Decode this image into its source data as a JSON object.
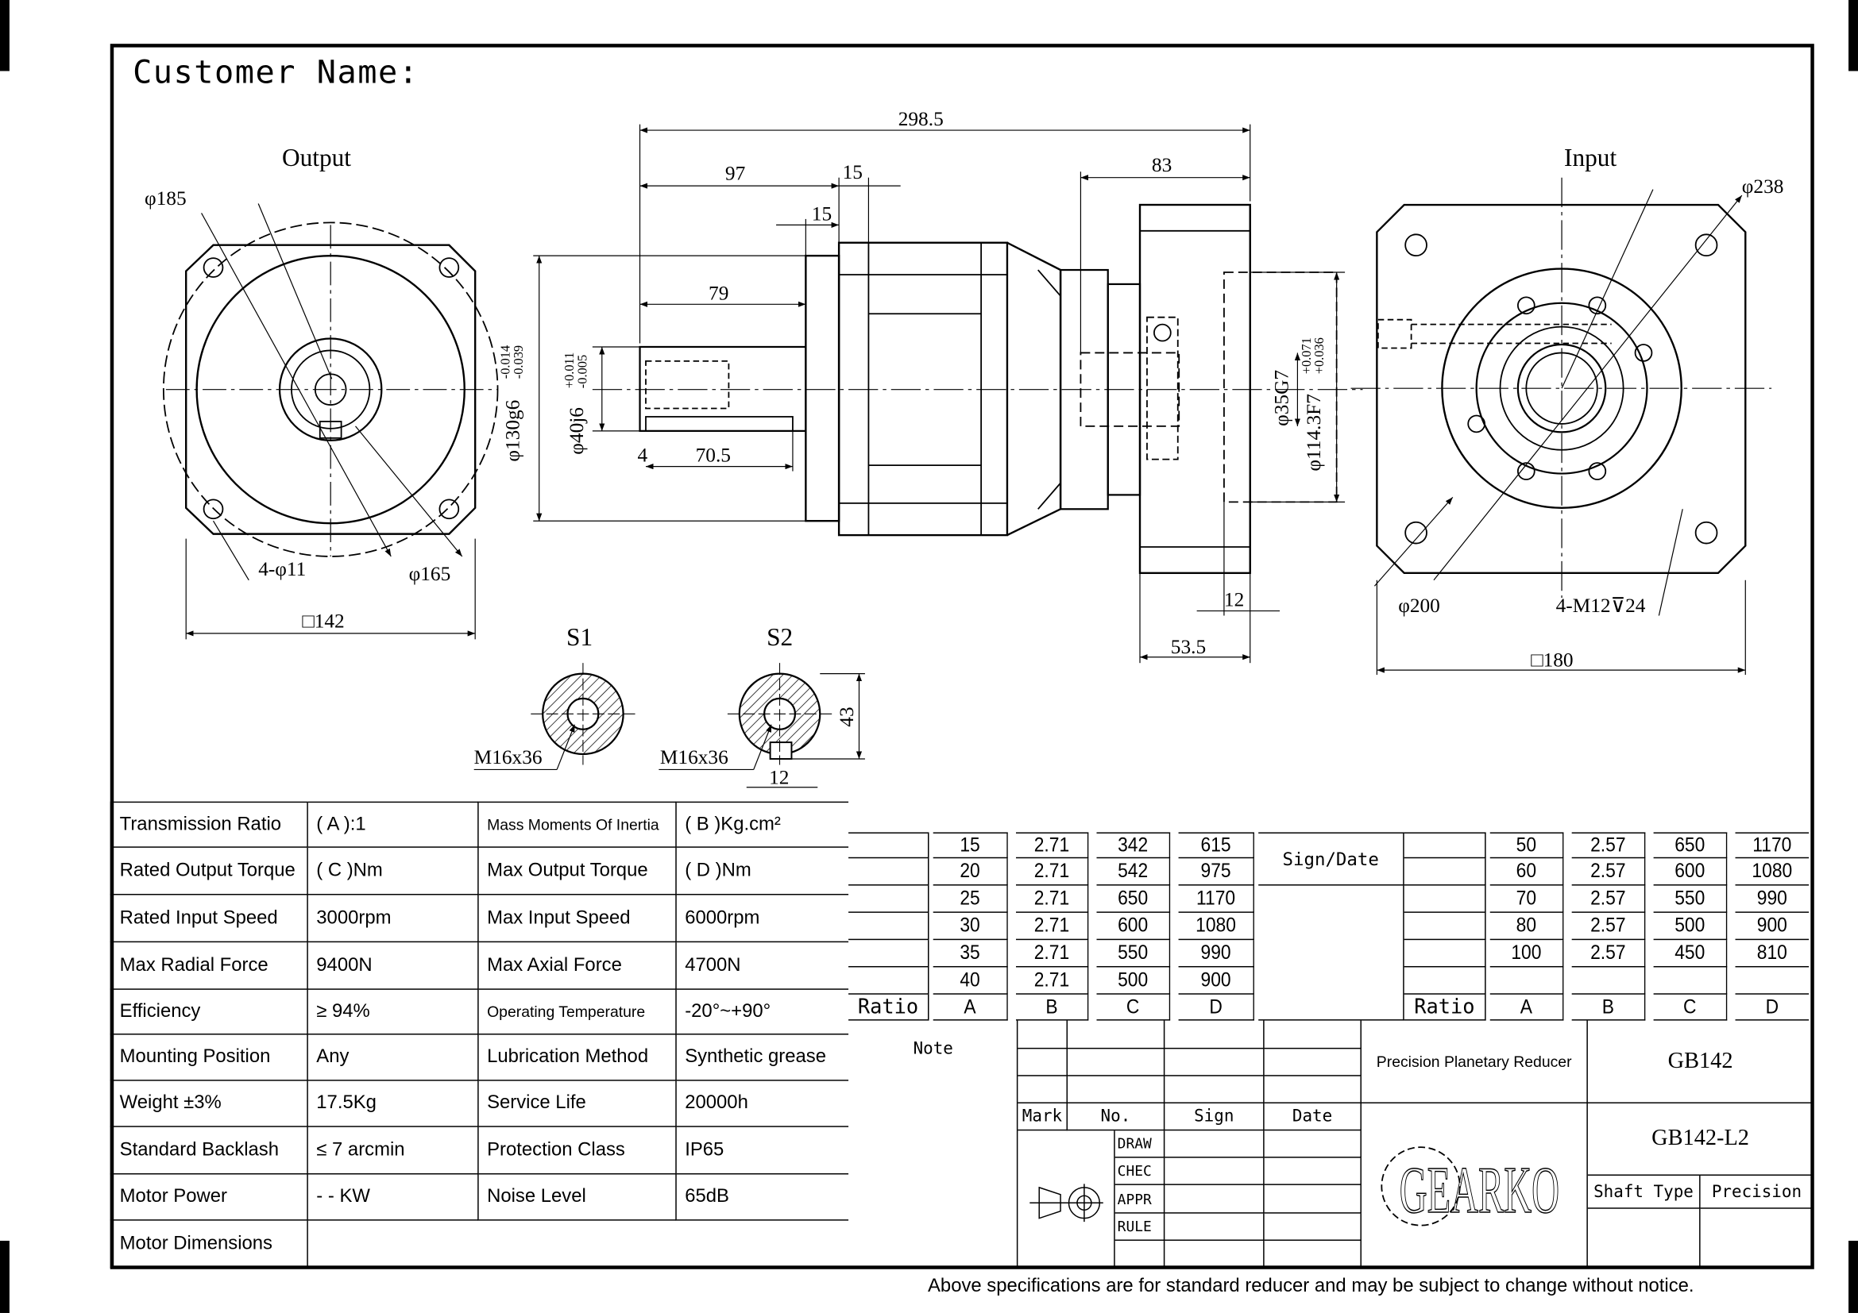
{
  "header": {
    "customer_label": "Customer Name:"
  },
  "drawing": {
    "output_view": {
      "title": "Output",
      "dia_185": "φ185",
      "dia_165": "φ165",
      "holes": "4-φ11",
      "square": "□142"
    },
    "side_view": {
      "overall": "298.5",
      "d97": "97",
      "d15a": "15",
      "d15b": "15",
      "d83": "83",
      "d79": "79",
      "d70_5": "70.5",
      "d4": "4",
      "d12": "12",
      "d53_5": "53.5",
      "pilot": "φ130g6",
      "pilot_tol_up": "-0.014",
      "pilot_tol_low": "-0.039",
      "shaft": "φ40j6",
      "shaft_tol_up": "+0.011",
      "shaft_tol_low": "-0.005",
      "bore": "φ35G7",
      "input_pilot": "φ114.3F7",
      "input_tol_up": "+0.071",
      "input_tol_low": "+0.036"
    },
    "input_view": {
      "title": "Input",
      "dia_238": "φ238",
      "dia_200": "φ200",
      "threads": "4-M12⊽24",
      "square": "□180"
    },
    "s1": {
      "title": "S1",
      "thread": "M16x36"
    },
    "s2": {
      "title": "S2",
      "thread": "M16x36",
      "height": "43",
      "key": "12"
    }
  },
  "specs": [
    [
      "Transmission Ratio",
      "(   A   ):1",
      "Mass Moments Of Inertia",
      "(   B   )Kg.cm²"
    ],
    [
      "Rated Output Torque",
      "(   C   )Nm",
      "Max Output Torque",
      "(   D   )Nm"
    ],
    [
      "Rated Input Speed",
      "3000rpm",
      "Max Input Speed",
      "6000rpm"
    ],
    [
      "Max Radial Force",
      "9400N",
      "Max Axial  Force",
      "4700N"
    ],
    [
      "Efficiency",
      "≥ 94%",
      "Operating Temperature",
      "-20°~+90°"
    ],
    [
      "Mounting Position",
      "Any",
      "Lubrication Method",
      "Synthetic grease"
    ],
    [
      "Weight ±3%",
      "17.5Kg",
      "Service Life",
      "20000h"
    ],
    [
      "Standard Backlash",
      "≤ 7 arcmin",
      "Protection Class",
      "IP65"
    ],
    [
      "Motor Power",
      "- - KW",
      "Noise Level",
      "65dB"
    ],
    [
      "Motor Dimensions",
      "",
      "",
      ""
    ]
  ],
  "ratio_tables": {
    "header": [
      "Ratio",
      "A",
      "B",
      "C",
      "D"
    ],
    "left": [
      [
        "15",
        "2.71",
        "342",
        "615"
      ],
      [
        "20",
        "2.71",
        "542",
        "975"
      ],
      [
        "25",
        "2.71",
        "650",
        "1170"
      ],
      [
        "30",
        "2.71",
        "600",
        "1080"
      ],
      [
        "35",
        "2.71",
        "550",
        "990"
      ],
      [
        "40",
        "2.71",
        "500",
        "900"
      ]
    ],
    "right": [
      [
        "50",
        "2.57",
        "650",
        "1170"
      ],
      [
        "60",
        "2.57",
        "600",
        "1080"
      ],
      [
        "70",
        "2.57",
        "550",
        "990"
      ],
      [
        "80",
        "2.57",
        "500",
        "900"
      ],
      [
        "100",
        "2.57",
        "450",
        "810"
      ],
      [
        "",
        "",
        "",
        ""
      ]
    ],
    "sign_date": "Sign/Date"
  },
  "title_block": {
    "note": "Note",
    "mark": "Mark",
    "no": "No.",
    "sign": "Sign",
    "date": "Date",
    "roles": [
      "DRAW",
      "CHEC",
      "APPR",
      "RULE"
    ],
    "product": "Precision Planetary Reducer",
    "model": "GB142",
    "part": "GB142-L2",
    "shaft_type": "Shaft Type",
    "precision": "Precision",
    "logo": "GEARKO"
  },
  "footer": "Above specifications are for standard reducer and may be subject to change without notice."
}
